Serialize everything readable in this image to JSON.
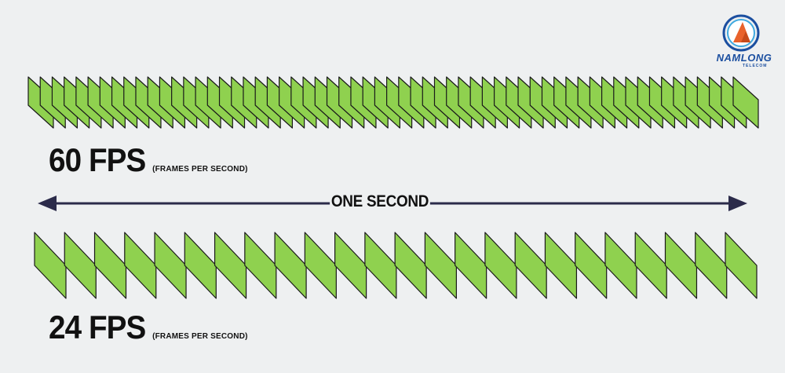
{
  "diagram": {
    "top_row": {
      "fps_label": "60 FPS",
      "fps_sub": "(FRAMES PER SECOND)",
      "frame_count": 60
    },
    "bottom_row": {
      "fps_label": "24 FPS",
      "fps_sub": "(FRAMES PER SECOND)",
      "frame_count": 24
    },
    "duration_label": "ONE SECOND"
  },
  "logo": {
    "name": "NAMLONG",
    "sub": "TELECOM"
  },
  "colors": {
    "frame_fill": "#8fd14f",
    "frame_stroke": "#1a1a1a",
    "arrow": "#2b2b4a",
    "background": "#eef0f1"
  }
}
